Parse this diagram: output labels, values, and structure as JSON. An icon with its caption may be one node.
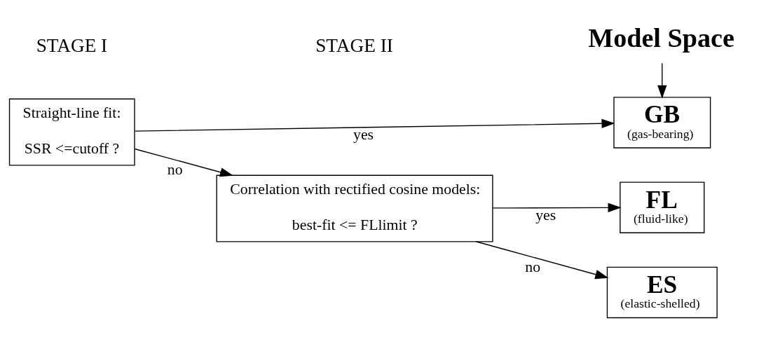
{
  "diagram": {
    "nodes": [
      {
        "text": [
          "Straight-line fit:",
          "SSR <=cutoff ?"
        ]
      },
      {
        "text": [
          "Correlation with rectified cosine models:",
          "best-fit <= FLlimit ?"
        ]
      },
      {
        "text": [
          "GB",
          "(gas-bearing)"
        ]
      },
      {
        "text": [
          "FL",
          "(fluid-like)"
        ]
      },
      {
        "text": [
          "ES",
          "(elastic-shelled)"
        ]
      },
      {
        "text": [
          "Model Space"
        ]
      }
    ],
    "edges": [
      {
        "from": 0,
        "to": 2,
        "arrow": "to",
        "label": "yes"
      },
      {
        "from": 0,
        "to": 1,
        "arrow": "to",
        "label": "no"
      },
      {
        "from": 1,
        "to": 3,
        "arrow": "to",
        "label": "yes"
      },
      {
        "from": 1,
        "to": 4,
        "arrow": "to",
        "label": "no"
      },
      {
        "from": 5,
        "to": 2,
        "arrow": "to"
      }
    ],
    "labels": [
      "STAGE I",
      "STAGE II"
    ]
  }
}
